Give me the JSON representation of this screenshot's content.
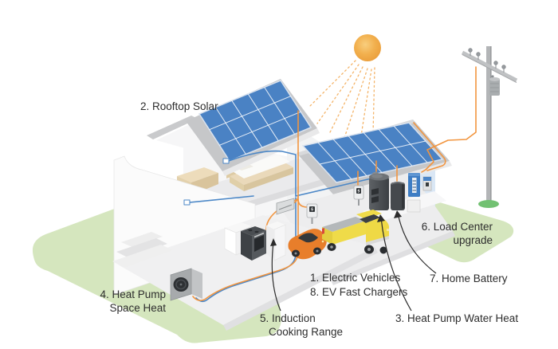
{
  "labels": {
    "electric_vehicles": "1. Electric Vehicles",
    "rooftop_solar": "2. Rooftop Solar",
    "heat_pump_water_heat": "3. Heat Pump Water Heat",
    "heat_pump_space_heat": {
      "line1": "4. Heat Pump",
      "line2": "Space Heat"
    },
    "induction_cooking_range": {
      "line1": "5. Induction",
      "line2": "Cooking Range"
    },
    "load_center_upgrade": {
      "line1": "6. Load Center",
      "line2": "upgrade"
    },
    "home_battery": "7. Home Battery",
    "ev_fast_chargers": "8. EV Fast Chargers"
  },
  "colors": {
    "wire_orange": "#F2953F",
    "wire_blue": "#4B87C7",
    "solar_panel_blue": "#4A82C4",
    "grass_green": "#D5E6BE",
    "sun_orange": "#F2B04E",
    "roof_gray": "#C6C7C9",
    "text": "#2D2D2D"
  },
  "scene": {
    "elements": [
      "sun",
      "sun-rays",
      "rooftop-solar-array-left",
      "rooftop-solar-array-right",
      "house",
      "bed",
      "desk",
      "induction-range",
      "mini-split-unit",
      "ev-car-orange",
      "ev-truck-yellow",
      "ev-fast-charger-1",
      "ev-fast-charger-2",
      "heat-pump-outdoor-unit",
      "heat-pump-water-heater",
      "home-battery-unit",
      "load-center-panel",
      "utility-pole",
      "grass",
      "wires",
      "pointer-arrows"
    ]
  }
}
